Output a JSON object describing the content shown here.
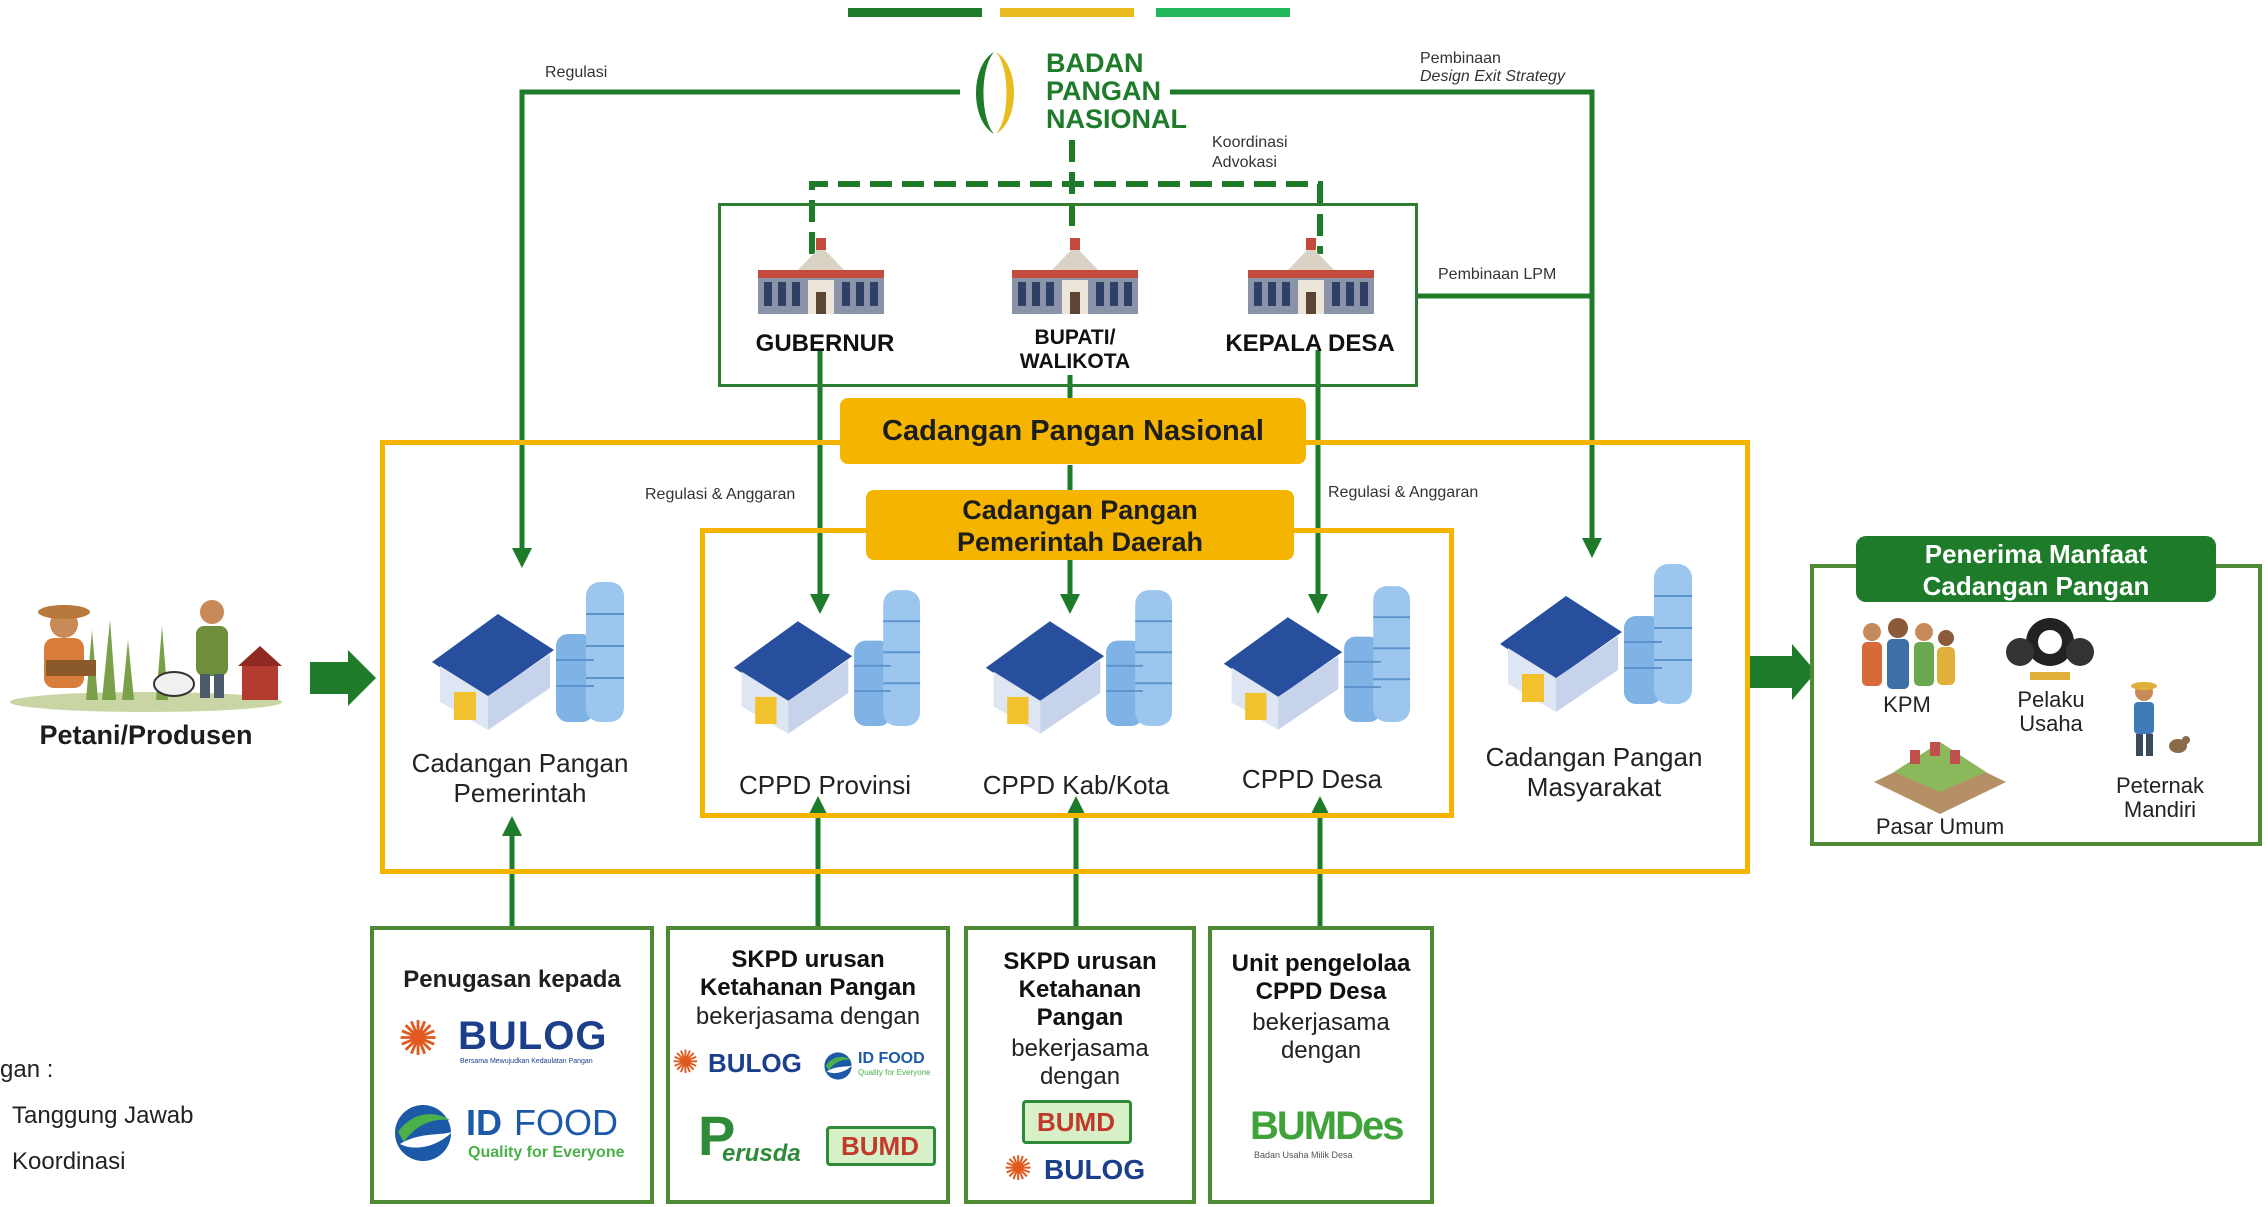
{
  "header_bars": {
    "colors": [
      "#1e7b2a",
      "#e8bb1f",
      "#20b65a"
    ]
  },
  "agency": {
    "line1": "BADAN",
    "line2": "PANGAN",
    "line3": "NASIONAL"
  },
  "labels": {
    "regulasi": "Regulasi",
    "pembinaan": "Pembinaan",
    "design_exit": "Design Exit Strategy",
    "koordinasi": "Koordinasi",
    "advokasi": "Advokasi",
    "pembinaan_lpm": "Pembinaan LPM",
    "regulasi_anggaran_left": "Regulasi & Anggaran",
    "regulasi_anggaran_right": "Regulasi & Anggaran"
  },
  "officials": {
    "gubernur": "GUBERNUR",
    "bupati_line1": "BUPATI/",
    "bupati_line2": "WALIKOTA",
    "kepala_desa": "KEPALA DESA"
  },
  "cpn_banner": "Cadangan Pangan Nasional",
  "cppd_banner": {
    "line1": "Cadangan Pangan",
    "line2": "Pemerintah Daerah"
  },
  "storages": {
    "pemerintah": {
      "line1": "Cadangan Pangan",
      "line2": "Pemerintah"
    },
    "provinsi": "CPPD Provinsi",
    "kabkota": "CPPD Kab/Kota",
    "desa": "CPPD Desa",
    "masyarakat": {
      "line1": "Cadangan Pangan",
      "line2": "Masyarakat"
    }
  },
  "petani": "Petani/Produsen",
  "beneficiaries": {
    "title_line1": "Penerima Manfaat",
    "title_line2": "Cadangan Pangan",
    "kpm": "KPM",
    "pelaku_line1": "Pelaku",
    "pelaku_line2": "Usaha",
    "pasar": "Pasar Umum",
    "peternak_line1": "Peternak",
    "peternak_line2": "Mandiri"
  },
  "bottom_boxes": {
    "box1": {
      "title": "Penugasan kepada",
      "logo1": "BULOG",
      "logo1_sub": "Bersama Mewujudkan Kedaulatan Pangan",
      "logo2_a": "ID",
      "logo2_b": "FOOD",
      "logo2_sub": "Quality for Everyone"
    },
    "box2": {
      "title1": "SKPD urusan",
      "title2": "Ketahanan Pangan",
      "sub": "bekerjasama dengan",
      "bulog": "BULOG",
      "idfood": "ID FOOD",
      "idfood_sub": "Quality for Everyone",
      "perusda": "erusda",
      "bumd": "BUMD"
    },
    "box3": {
      "title1": "SKPD urusan",
      "title2": "Ketahanan",
      "title3": "Pangan",
      "sub1": "bekerjasama",
      "sub2": "dengan",
      "bumd": "BUMD",
      "bulog": "BULOG"
    },
    "box4": {
      "title1": "Unit pengelolaa",
      "title2": "CPPD Desa",
      "sub1": "bekerjasama",
      "sub2": "dengan",
      "bumdes": "BUMDes",
      "bumdes_sub": "Badan Usaha Milik Desa"
    }
  },
  "legend": {
    "title": "gan :",
    "item1": "Tanggung Jawab",
    "item2": "Koordinasi"
  }
}
